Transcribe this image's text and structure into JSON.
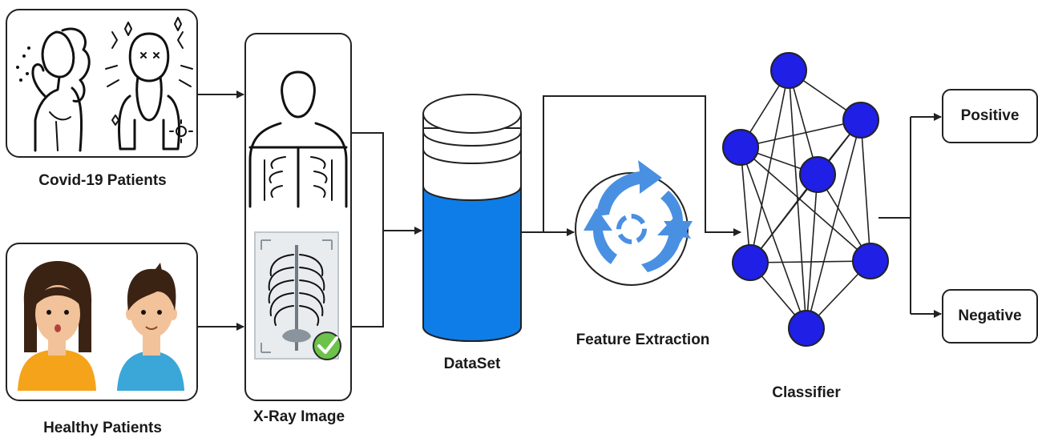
{
  "labels": {
    "covid": "Covid-19 Patients",
    "healthy": "Healthy Patients",
    "xray": "X-Ray Image",
    "dataset": "DataSet",
    "feature": "Feature Extraction",
    "classifier": "Classifier"
  },
  "outputs": {
    "positive": "Positive",
    "negative": "Negative"
  },
  "colors": {
    "node": "#1f1fe6",
    "cylinder": "#0f7de8",
    "arrows": "#4a90e2",
    "check": "#6cc24a",
    "skin": "#f2c29a",
    "hair": "#3b2314",
    "shirt_girl": "#f5a31a",
    "shirt_boy": "#3aa7d8"
  }
}
